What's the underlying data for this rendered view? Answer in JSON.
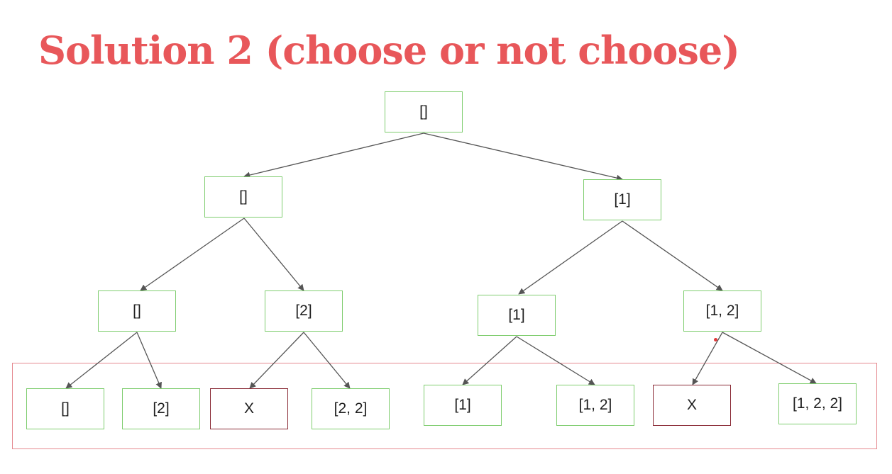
{
  "title": "Solution 2 (choose or not choose)",
  "colors": {
    "title": "#e8575a",
    "node_border": "#7fcd6f",
    "pruned_border": "#8a2b36",
    "frame": "#e58a90",
    "edge": "#555555"
  },
  "nodes": {
    "root": "[]",
    "l1_left": "[]",
    "l1_right": "[1]",
    "l2_a": "[]",
    "l2_b": "[2]",
    "l2_c": "[1]",
    "l2_d": "[1, 2]",
    "leaf_1": "[]",
    "leaf_2": "[2]",
    "leaf_3": "X",
    "leaf_4": "[2, 2]",
    "leaf_5": "[1]",
    "leaf_6": "[1, 2]",
    "leaf_7": "X",
    "leaf_8": "[1, 2, 2]"
  }
}
